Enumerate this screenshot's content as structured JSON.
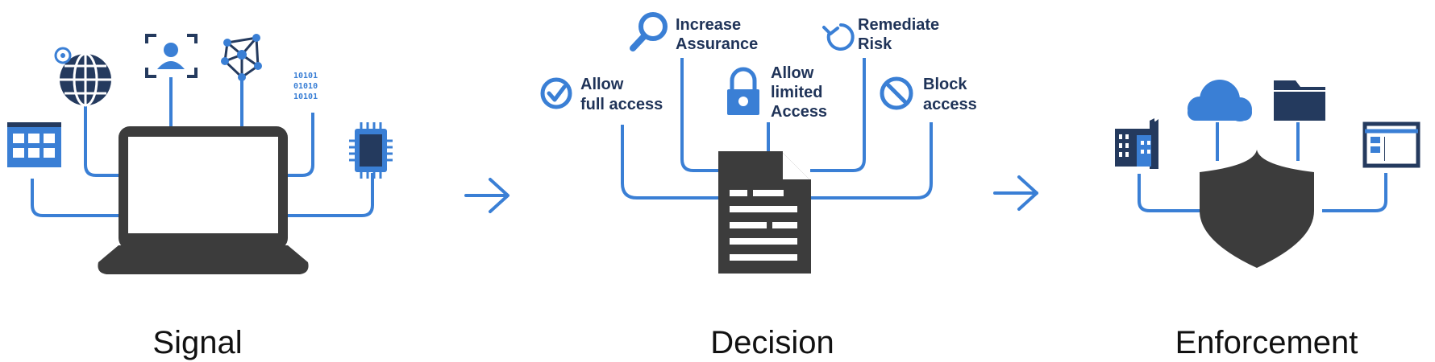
{
  "sections": {
    "signal": "Signal",
    "decision": "Decision",
    "enforcement": "Enforcement"
  },
  "decision_options": {
    "allow_full": [
      "Allow",
      "full access"
    ],
    "increase_assurance": [
      "Increase",
      "Assurance"
    ],
    "allow_limited": [
      "Allow",
      "limited",
      "Access"
    ],
    "remediate_risk": [
      "Remediate",
      "Risk"
    ],
    "block_access": [
      "Block",
      "access"
    ]
  },
  "binary_text": [
    "10101",
    "01010",
    "10101"
  ],
  "colors": {
    "accent_blue": "#3a7fd5",
    "dark_navy": "#243a5e",
    "dark_gray": "#3c3c3c",
    "label_navy": "#1f3358"
  },
  "icons": {
    "signal": [
      "calendar-grid-icon",
      "globe-icon",
      "user-frame-icon",
      "network-icon",
      "binary-data-icon",
      "chip-icon",
      "laptop-icon"
    ],
    "decision": [
      "checkmark-circle-icon",
      "magnifier-icon",
      "padlock-icon",
      "refresh-icon",
      "block-circle-icon",
      "document-icon"
    ],
    "enforcement": [
      "building-icon",
      "cloud-icon",
      "folder-icon",
      "app-window-icon",
      "shield-icon"
    ],
    "flow": [
      "arrow-right-icon",
      "arrow-right-icon"
    ]
  }
}
